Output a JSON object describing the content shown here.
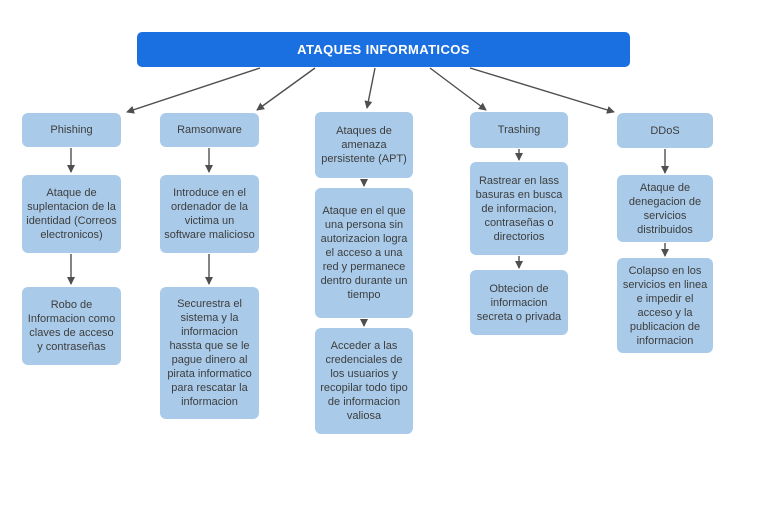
{
  "title": "ATAQUES INFORMATICOS",
  "colors": {
    "header_bg": "#1b70e1",
    "header_text": "#ffffff",
    "node_bg": "#a9cbe9",
    "node_text": "#3d3d3d",
    "arrow": "#4f4f4f"
  },
  "branches": [
    {
      "label": "Phishing",
      "children": [
        "Ataque de suplentacion de la identidad (Correos electronicos)",
        "Robo de Informacion como claves de acceso y contraseñas"
      ]
    },
    {
      "label": "Ramsonware",
      "children": [
        "Introduce en el ordenador de la victima un software malicioso",
        "Securestra el sistema y la informacion hassta que se le pague dinero al pirata informatico para rescatar la informacion"
      ]
    },
    {
      "label": "Ataques de amenaza persistente (APT)",
      "children": [
        "Ataque en el que una persona sin autorizacion logra el acceso a una red y permanece dentro durante un tiempo",
        "Acceder a las credenciales de los usuarios y recopilar todo tipo de informacion valiosa"
      ]
    },
    {
      "label": "Trashing",
      "children": [
        "Rastrear en lass basuras en busca de informacion, contraseñas o directorios",
        "Obtecion de informacion secreta o privada"
      ]
    },
    {
      "label": "DDoS",
      "children": [
        "Ataque de denegacion de servicios distribuidos",
        "Colapso en los servicios en linea e impedir el acceso y la publicacion de informacion"
      ]
    }
  ]
}
